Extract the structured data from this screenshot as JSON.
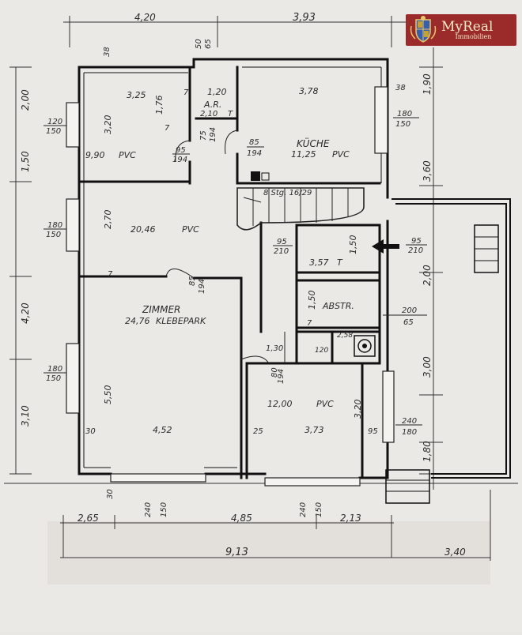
{
  "logo": {
    "brand": "MyReal",
    "subtitle": "Immobilien",
    "color": "#9b2b2b",
    "crest_icon": "coat-of-arms-icon"
  },
  "top_dims": [
    "4,20",
    "3,93"
  ],
  "bottom_dims": [
    "2,65",
    "4,85",
    "2,13",
    "9,13",
    "3,40"
  ],
  "left_dims": [
    "2,00",
    "1,50",
    "4,20",
    "3,10"
  ],
  "right_dims": [
    "1,90",
    "3,60",
    "2,00",
    "3,00",
    "1,80"
  ],
  "rooms": {
    "bath": {
      "area": "9,90",
      "floor": "PVC",
      "w": "3,25",
      "d": "1,76",
      "depth": "3,20"
    },
    "ar": {
      "name": "A.R.",
      "area": "2,10",
      "floor": "T",
      "w": "1,20"
    },
    "kitchen": {
      "name": "KÜCHE",
      "area": "11,25",
      "floor": "PVC",
      "w": "3,78"
    },
    "hall": {
      "area": "20,46",
      "floor": "PVC",
      "depth": "2,70"
    },
    "stair": {
      "text": "8 Stg. 16/29"
    },
    "wc": {
      "area": "3,57",
      "floor": "T",
      "d": "1,50"
    },
    "storage": {
      "name": "ABSTR.",
      "d": "1,50"
    },
    "living": {
      "name": "ZIMMER",
      "area": "24,76",
      "floor": "KLEBEPARK",
      "depth": "5,50",
      "w": "4,52"
    },
    "room": {
      "area": "12,00",
      "floor": "PVC",
      "w": "3,73",
      "depth": "3,20"
    }
  },
  "door_labels": {
    "d1": [
      "95",
      "194"
    ],
    "d2": [
      "85",
      "194"
    ],
    "d3": [
      "75",
      "194"
    ],
    "d4": [
      "85",
      "194"
    ],
    "d5": [
      "95",
      "210"
    ],
    "d6": [
      "95",
      "210"
    ],
    "d7": [
      "80",
      "194"
    ],
    "d8": [
      "1,30"
    ]
  },
  "window_labels": {
    "w1": [
      "120",
      "150"
    ],
    "w2": [
      "180",
      "150"
    ],
    "w3": [
      "180",
      "150"
    ],
    "w4": [
      "180",
      "150"
    ],
    "w5": [
      "200",
      "65"
    ],
    "w6": [
      "240",
      "180"
    ],
    "w7": [
      "240",
      "150"
    ],
    "w8": [
      "240",
      "150"
    ]
  },
  "misc": {
    "m1": "50",
    "m2": "65",
    "m3": "38",
    "m4": "38",
    "m5": "30",
    "m6": "25",
    "m7": "95",
    "m8": "30",
    "m9": "7",
    "m10": "7",
    "m11": "7",
    "m12": "7",
    "m13": "120",
    "m14": "2,58"
  }
}
